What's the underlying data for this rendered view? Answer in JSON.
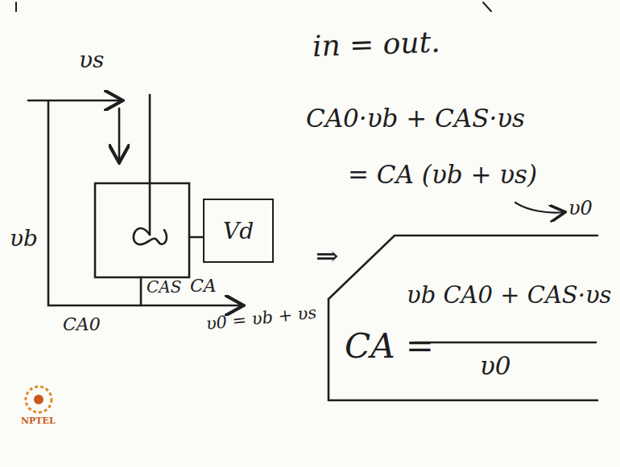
{
  "diagram": {
    "nodes": [
      {
        "text": [
          "Vd"
        ]
      }
    ],
    "labels": [
      "in = out.",
      "CA0·υb + CAS·υs",
      "= CA (υb + υs)",
      "υ0",
      "⇒",
      "CA =",
      "υb CA0 + CAS·υs",
      "υ0",
      "υs",
      "υb",
      "CAS",
      "CA",
      "CA0",
      "υ0 = υb + υs",
      "NPTEL"
    ]
  }
}
